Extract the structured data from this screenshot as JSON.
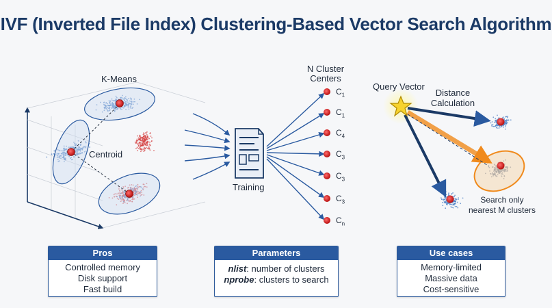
{
  "title": "IVF (Inverted File Index) Clustering-Based Vector Search Algorithm",
  "left_panel": {
    "kmeans_label": "K-Means",
    "centroid_label": "Centroid"
  },
  "middle_panel": {
    "training_label": "Training",
    "centers_label_line1": "N Cluster",
    "centers_label_line2": "Centers",
    "centers": [
      {
        "base": "C",
        "sub": "1"
      },
      {
        "base": "C",
        "sub": "1"
      },
      {
        "base": "C",
        "sub": "4"
      },
      {
        "base": "C",
        "sub": "3"
      },
      {
        "base": "C",
        "sub": "3"
      },
      {
        "base": "C",
        "sub": "3"
      },
      {
        "base": "C",
        "sub": "n"
      }
    ]
  },
  "right_panel": {
    "query_label": "Query Vector",
    "distance_label_line1": "Distance",
    "distance_label_line2": "Calculation",
    "search_label_line1": "Search only",
    "search_label_line2": "nearest M clusters"
  },
  "boxes": {
    "pros": {
      "header": "Pros",
      "lines": [
        "Controlled memory",
        "Disk support",
        "Fast build"
      ]
    },
    "parameters": {
      "header": "Parameters",
      "nlist_term": "nlist",
      "nlist_desc": ": number of clusters",
      "nprobe_term": "nprobe",
      "nprobe_desc": ": clusters to search"
    },
    "use_cases": {
      "header": "Use cases",
      "lines": [
        "Memory-limited",
        "Massive data",
        "Cost-sensitive"
      ]
    }
  },
  "colors": {
    "blue_points": "#4a7fc4",
    "red_points": "#d64545",
    "centroid": "#d11f1f",
    "arrow": "#2a5aa0",
    "orange": "#f08a1c",
    "header_bg": "#2a5aa0"
  }
}
